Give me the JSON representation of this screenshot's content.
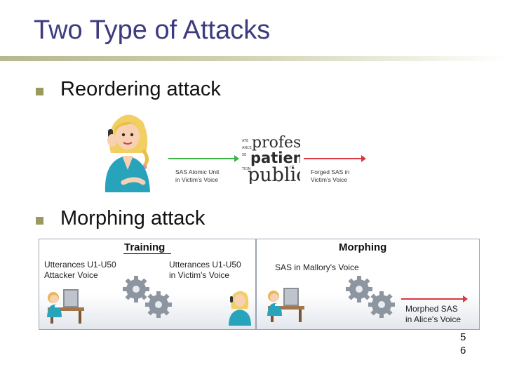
{
  "slide": {
    "title": "Two Type of Attacks",
    "page_number_line1": "5",
    "page_number_line2": "6"
  },
  "bullets": [
    {
      "text": "Reordering attack"
    },
    {
      "text": "Morphing attack"
    }
  ],
  "reorder": {
    "arrow1_label_line1": "SAS Atomic Unit",
    "arrow1_label_line2": "in Victim's Voice",
    "arrow2_label_line1": "Forged SAS in",
    "arrow2_label_line2": "Victim's Voice",
    "word_cloud": [
      "profes",
      "patients",
      "public"
    ]
  },
  "training": {
    "header": "Training",
    "left_line1": "Utterances U1-U50",
    "left_line2": "Attacker Voice",
    "right_line1": "Utterances U1-U50",
    "right_line2": "in Victim's Voice"
  },
  "morphing": {
    "header": "Morphing",
    "top_label": "SAS in Mallory's Voice",
    "out_line1": "Morphed SAS",
    "out_line2": "in Alice's Voice"
  },
  "colors": {
    "title": "#3d3a7e",
    "bullet": "#9a9a5e",
    "arrow_green": "#3cb44a",
    "arrow_red": "#d9393e",
    "gear": "#8d96a0"
  }
}
